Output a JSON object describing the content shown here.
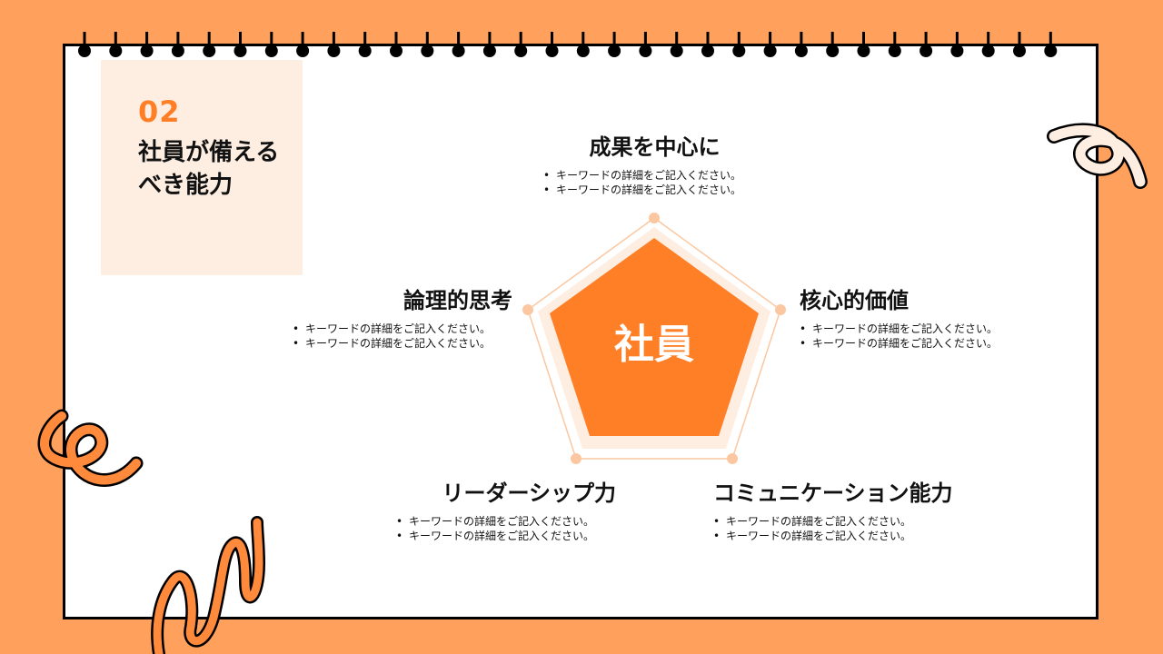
{
  "section": {
    "number": "02",
    "title": "社員が備えるべき能力"
  },
  "center": {
    "label": "社員"
  },
  "items": [
    {
      "title": "成果を中心に",
      "bullets": [
        "キーワードの詳細をご記入ください。",
        "キーワードの詳細をご記入ください。"
      ]
    },
    {
      "title": "核心的価値",
      "bullets": [
        "キーワードの詳細をご記入ください。",
        "キーワードの詳細をご記入ください。"
      ]
    },
    {
      "title": "コミュニケーション能力",
      "bullets": [
        "キーワードの詳細をご記入ください。",
        "キーワードの詳細をご記入ください。"
      ]
    },
    {
      "title": "リーダーシップ力",
      "bullets": [
        "キーワードの詳細をご記入ください。",
        "キーワードの詳細をご記入ください。"
      ]
    },
    {
      "title": "論理的思考",
      "bullets": [
        "キーワードの詳細をご記入ください。",
        "キーワードの詳細をご記入ください。"
      ]
    }
  ],
  "colors": {
    "accent": "#FF7F27",
    "background": "#FFA15C",
    "light_accent": "#FEEEE2"
  }
}
